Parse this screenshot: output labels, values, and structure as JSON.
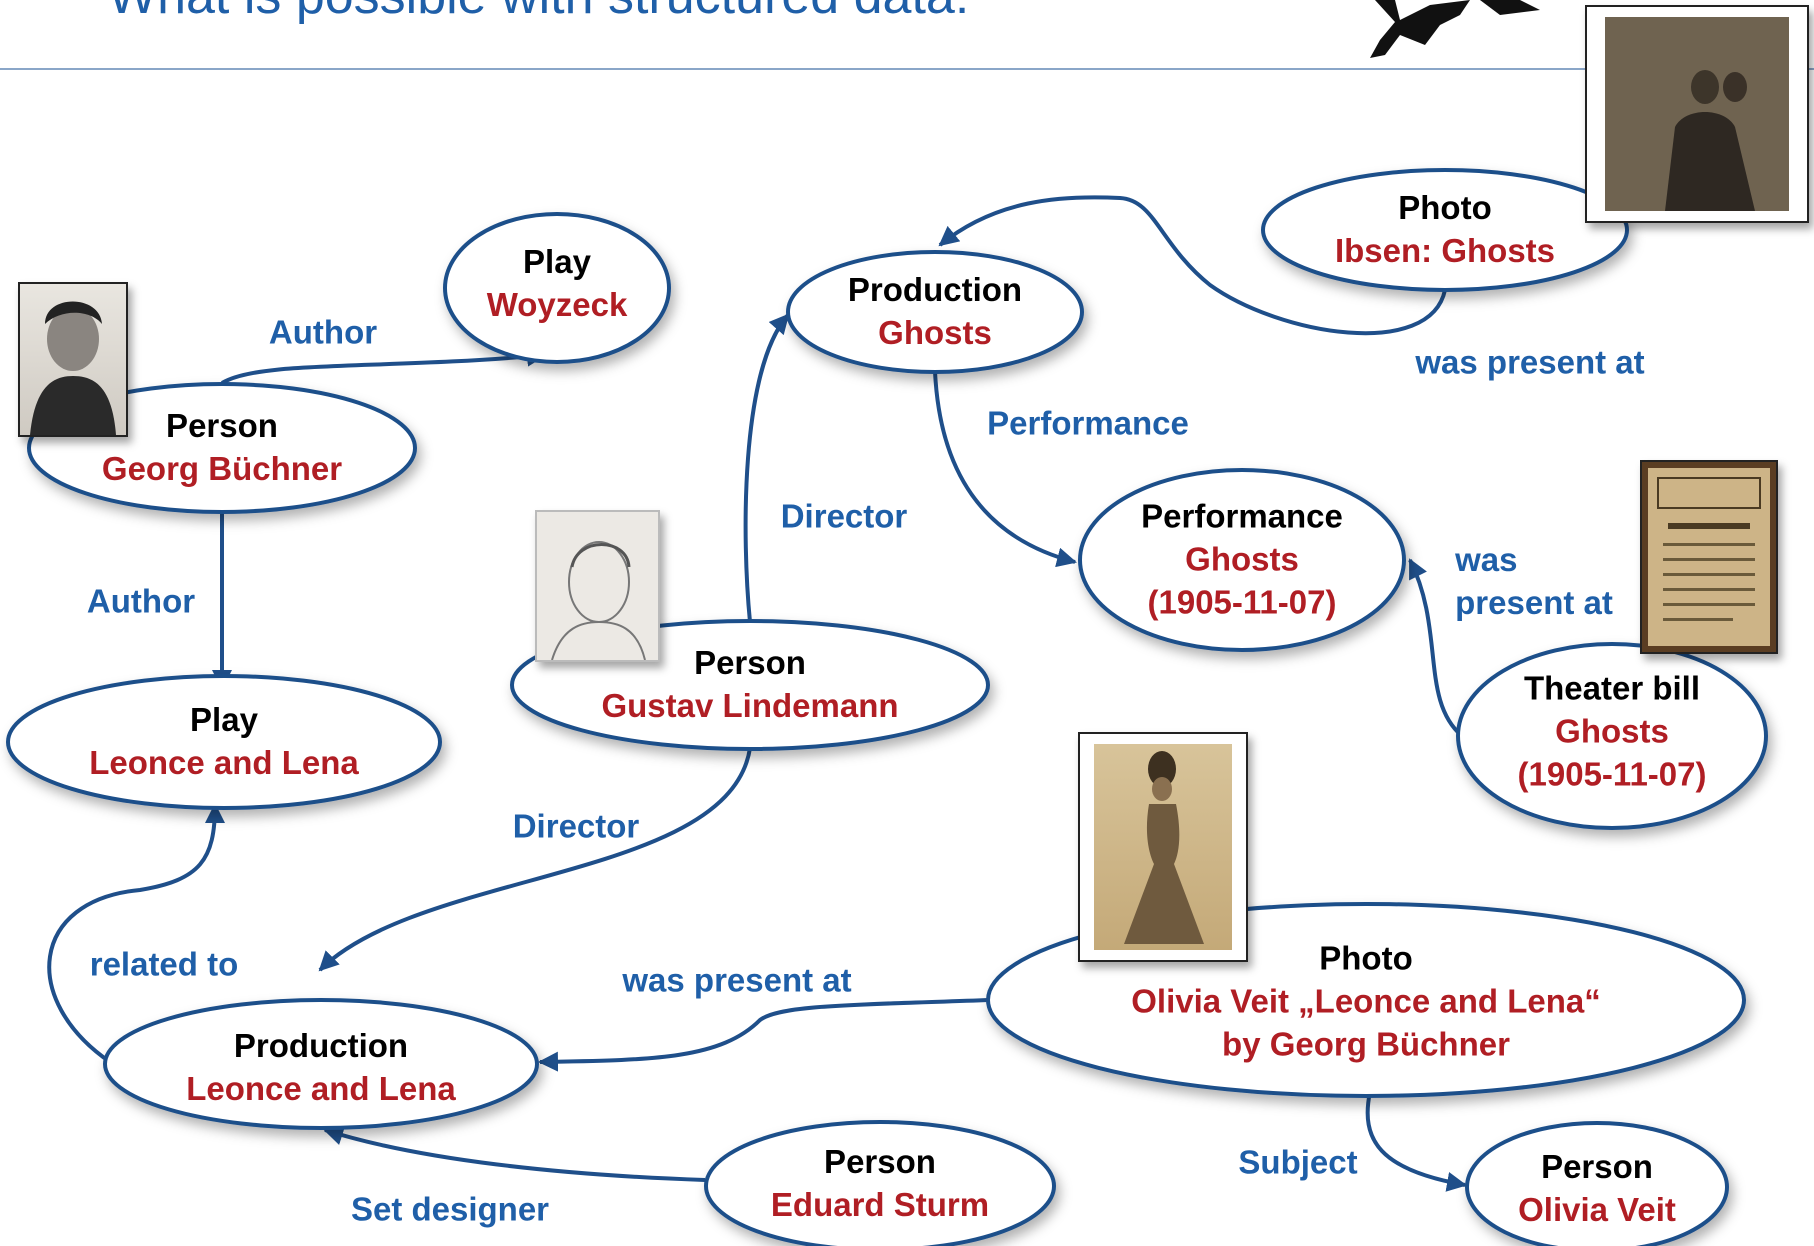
{
  "title": "What is possible with structured data:",
  "colors": {
    "title": "#1f5fa8",
    "edge": "#1f5fa8",
    "type": "#000000",
    "name": "#b01e24",
    "node_border": "#1f4f8a"
  },
  "nodes": {
    "play_woyzeck": {
      "type": "Play",
      "name": "Woyzeck"
    },
    "person_buechner": {
      "type": "Person",
      "name": "Georg Büchner"
    },
    "play_leonce": {
      "type": "Play",
      "name": "Leonce and Lena"
    },
    "production_ghosts": {
      "type": "Production",
      "name": "Ghosts"
    },
    "photo_ibsen": {
      "type": "Photo",
      "name": "Ibsen: Ghosts"
    },
    "performance_ghosts": {
      "type": "Performance",
      "name": "Ghosts",
      "name2": "(1905-11-07)"
    },
    "person_lindemann": {
      "type": "Person",
      "name": "Gustav Lindemann"
    },
    "theater_bill": {
      "type": "Theater bill",
      "name": "Ghosts",
      "name2": "(1905-11-07)"
    },
    "production_leonce": {
      "type": "Production",
      "name": "Leonce and Lena"
    },
    "photo_veit": {
      "type": "Photo",
      "name": "Olivia Veit „Leonce and Lena“",
      "name2": "by Georg Büchner"
    },
    "person_sturm": {
      "type": "Person",
      "name": "Eduard Sturm"
    },
    "person_veit": {
      "type": "Person",
      "name": "Olivia Veit"
    }
  },
  "edges": {
    "author_woyzeck": "Author",
    "author_leonce": "Author",
    "director_ghosts": "Director",
    "director_leonce": "Director",
    "performance": "Performance",
    "photo_present_ghosts": "was present at",
    "bill_present_line1": "was",
    "bill_present_line2": "present at",
    "related_to": "related to",
    "photo_present_leonce": "was present at",
    "set_designer": "Set designer",
    "subject": "Subject"
  },
  "images": {
    "logo": "dancer-logo-icon",
    "buechner": "portrait-engraving",
    "lindemann": "portrait-drawing",
    "ibsen_photo": "stage-photo",
    "theater_bill": "theater-bill-scan",
    "veit_photo": "costume-photo"
  }
}
